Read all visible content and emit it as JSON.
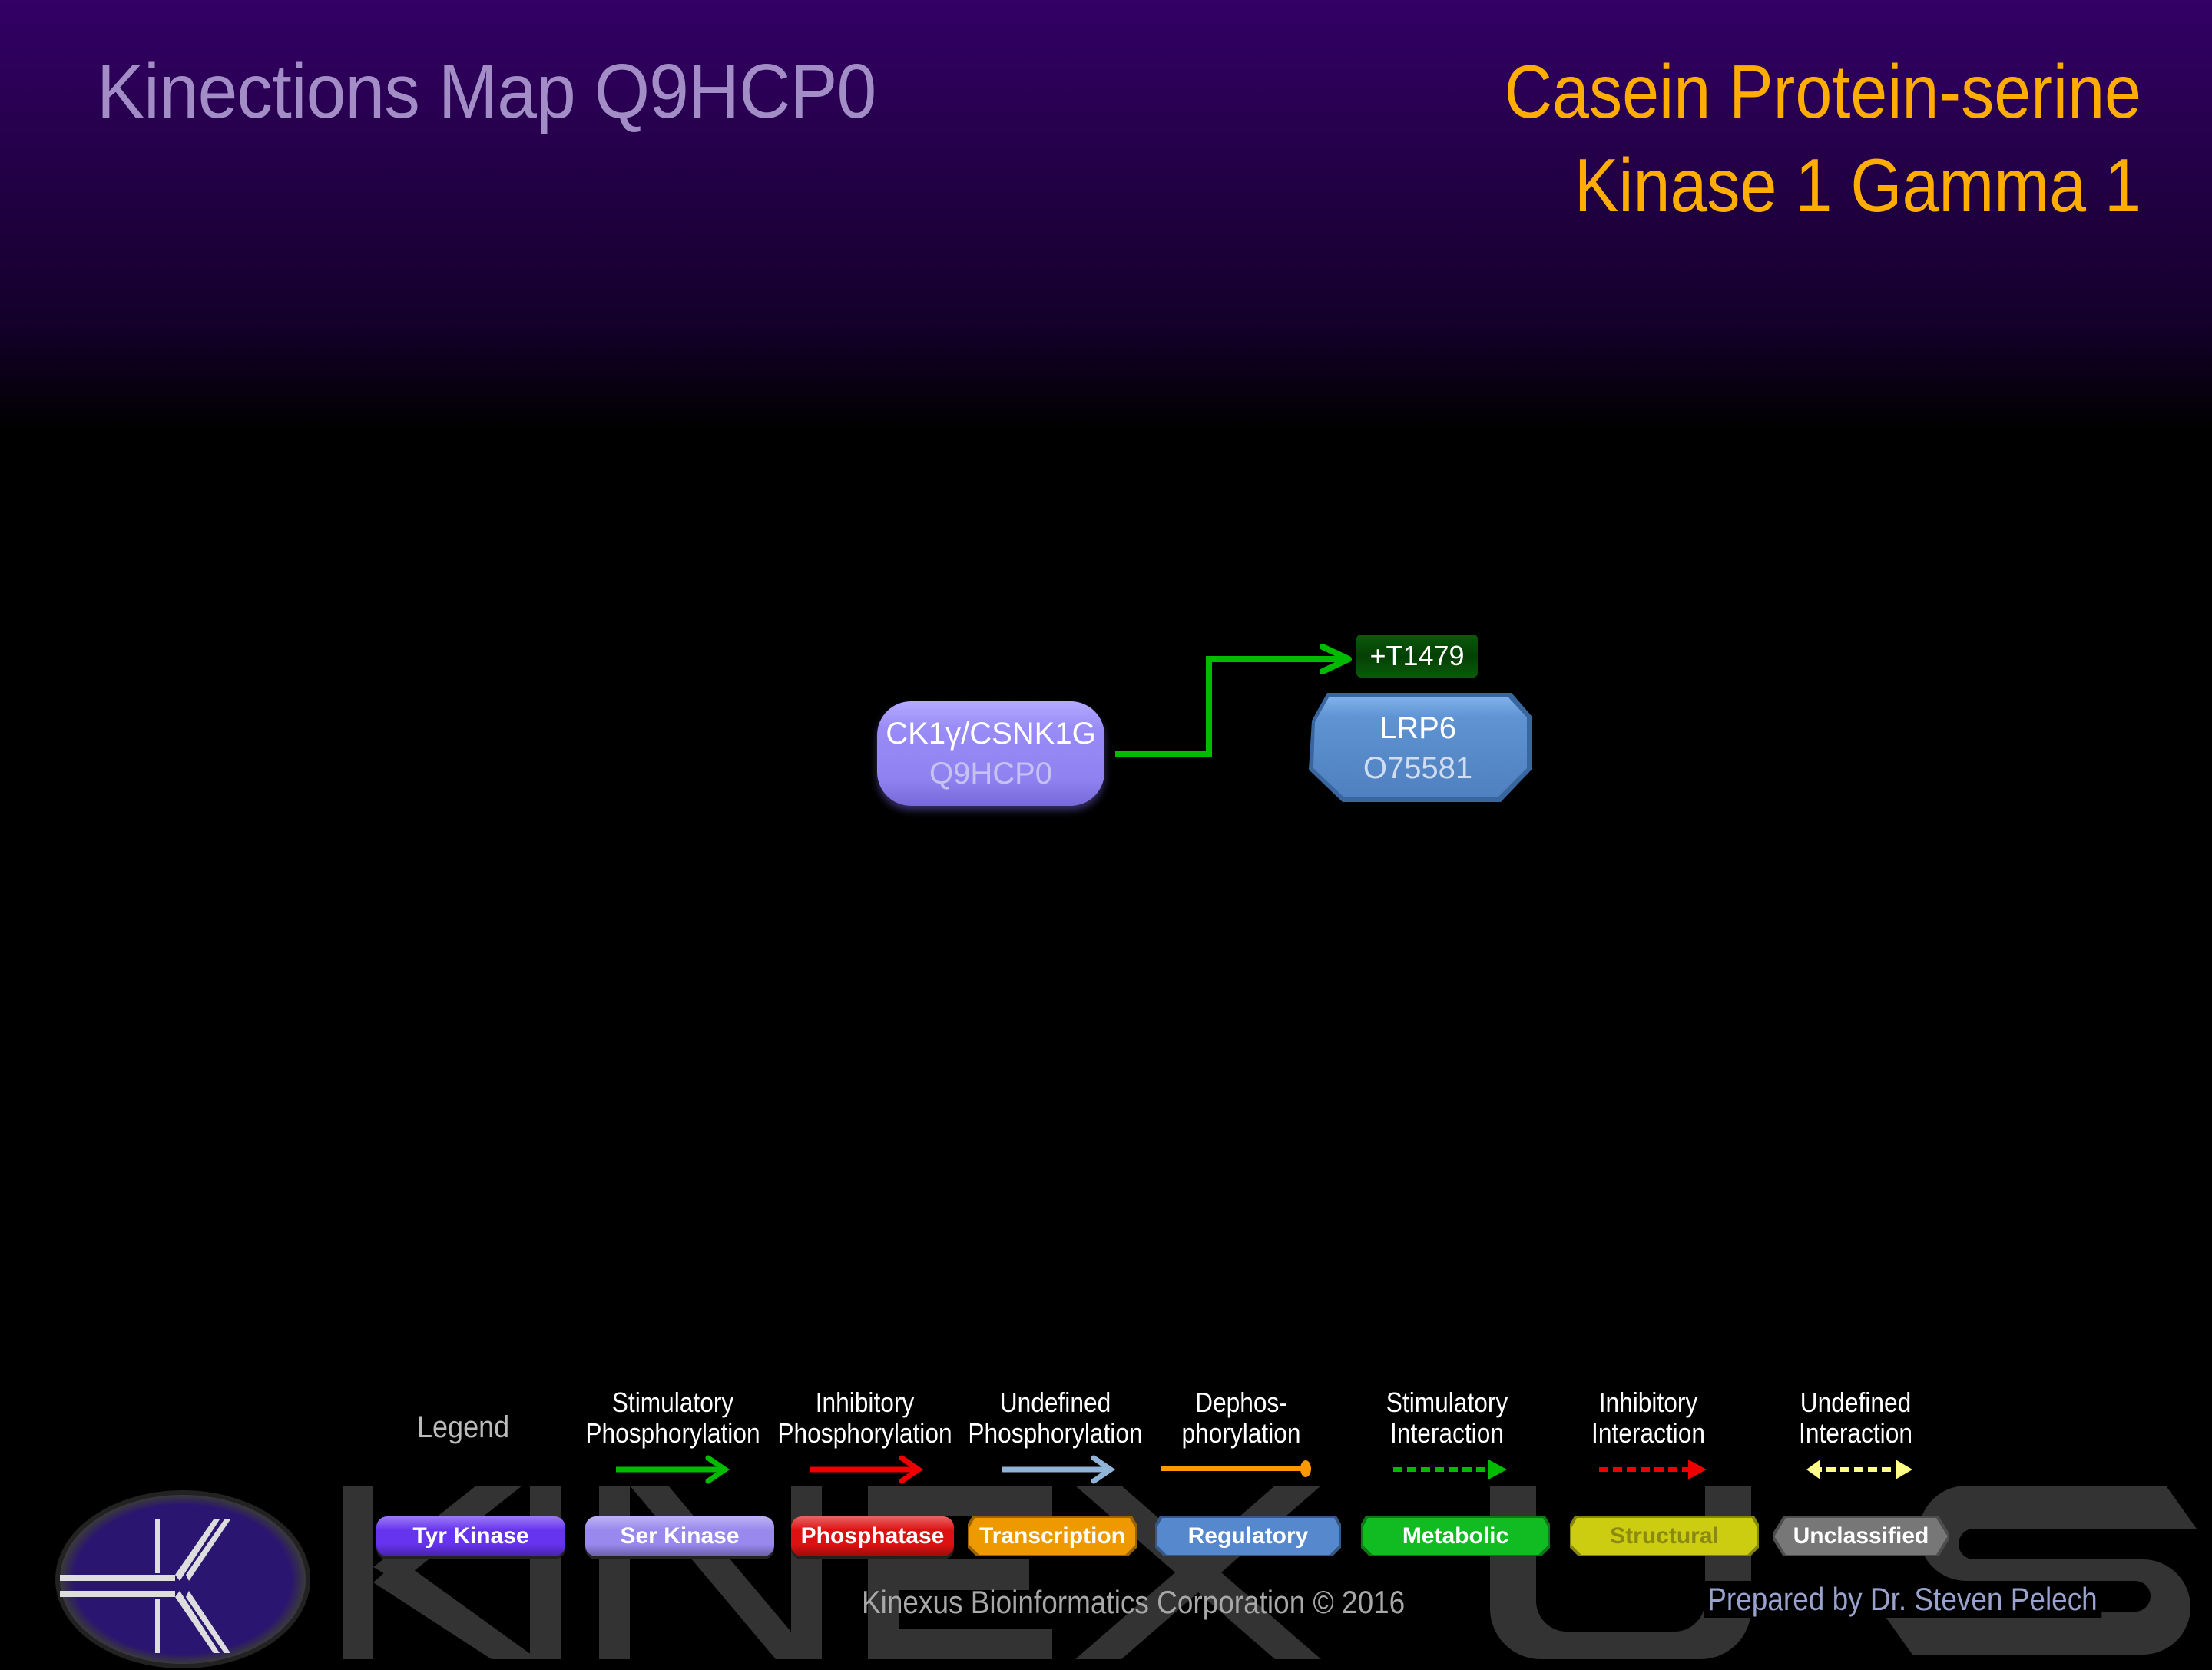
{
  "header": {
    "title": "Kinections Map Q9HCP0",
    "subtitle_line1": "Casein Protein-serine",
    "subtitle_line2": "Kinase 1 Gamma 1"
  },
  "nodes": [
    {
      "id": "ck1",
      "label": "CK1γ/CSNK1G",
      "accession": "Q9HCP0",
      "type": "Ser Kinase"
    },
    {
      "id": "lrp6",
      "label": "LRP6",
      "accession": "O75581",
      "type": "Regulatory"
    }
  ],
  "edges": [
    {
      "from": "ck1",
      "to": "lrp6",
      "type": "Stimulatory Phosphorylation",
      "site": "+T1479",
      "color": "#00bb00"
    }
  ],
  "legend": {
    "title": "Legend",
    "interactions": [
      {
        "line1": "Stimulatory",
        "line2": "Phosphorylation",
        "color": "#00bb00",
        "style": "solid-arrow"
      },
      {
        "line1": "Inhibitory",
        "line2": "Phosphorylation",
        "color": "#ee0000",
        "style": "solid-arrow"
      },
      {
        "line1": "Undefined",
        "line2": "Phosphorylation",
        "color": "#8fb4d8",
        "style": "solid-arrow"
      },
      {
        "line1": "Dephos-",
        "line2": "phorylation",
        "color": "#ff9900",
        "style": "solid-ball"
      },
      {
        "line1": "Stimulatory",
        "line2": "Interaction",
        "color": "#00bb00",
        "style": "dashed-arrow"
      },
      {
        "line1": "Inhibitory",
        "line2": "Interaction",
        "color": "#ee0000",
        "style": "dashed-arrow"
      },
      {
        "line1": "Undefined",
        "line2": "Interaction",
        "color": "#ffff88",
        "style": "dashed-double-arrow"
      }
    ],
    "node_types": [
      {
        "label": "Tyr Kinase",
        "color": "#6633ee",
        "text_color": "#ffffff"
      },
      {
        "label": "Ser Kinase",
        "color": "#9988ee",
        "text_color": "#ffffff"
      },
      {
        "label": "Phosphatase",
        "color": "#dd1111",
        "text_color": "#ffffff"
      },
      {
        "label": "Transcription",
        "color": "#ee9900",
        "text_color": "#ffffff"
      },
      {
        "label": "Regulatory",
        "color": "#5588cc",
        "text_color": "#ffffff"
      },
      {
        "label": "Metabolic",
        "color": "#11bb22",
        "text_color": "#ffffff"
      },
      {
        "label": "Structural",
        "color": "#cccc11",
        "text_color": "#8a8a10"
      },
      {
        "label": "Unclassified",
        "color": "#777777",
        "text_color": "#ffffff"
      }
    ]
  },
  "footer": {
    "copyright": "Kinexus Bioinformatics Corporation © 2016",
    "prepared_by": "Prepared by Dr. Steven Pelech"
  },
  "watermark": "KINEXUS"
}
